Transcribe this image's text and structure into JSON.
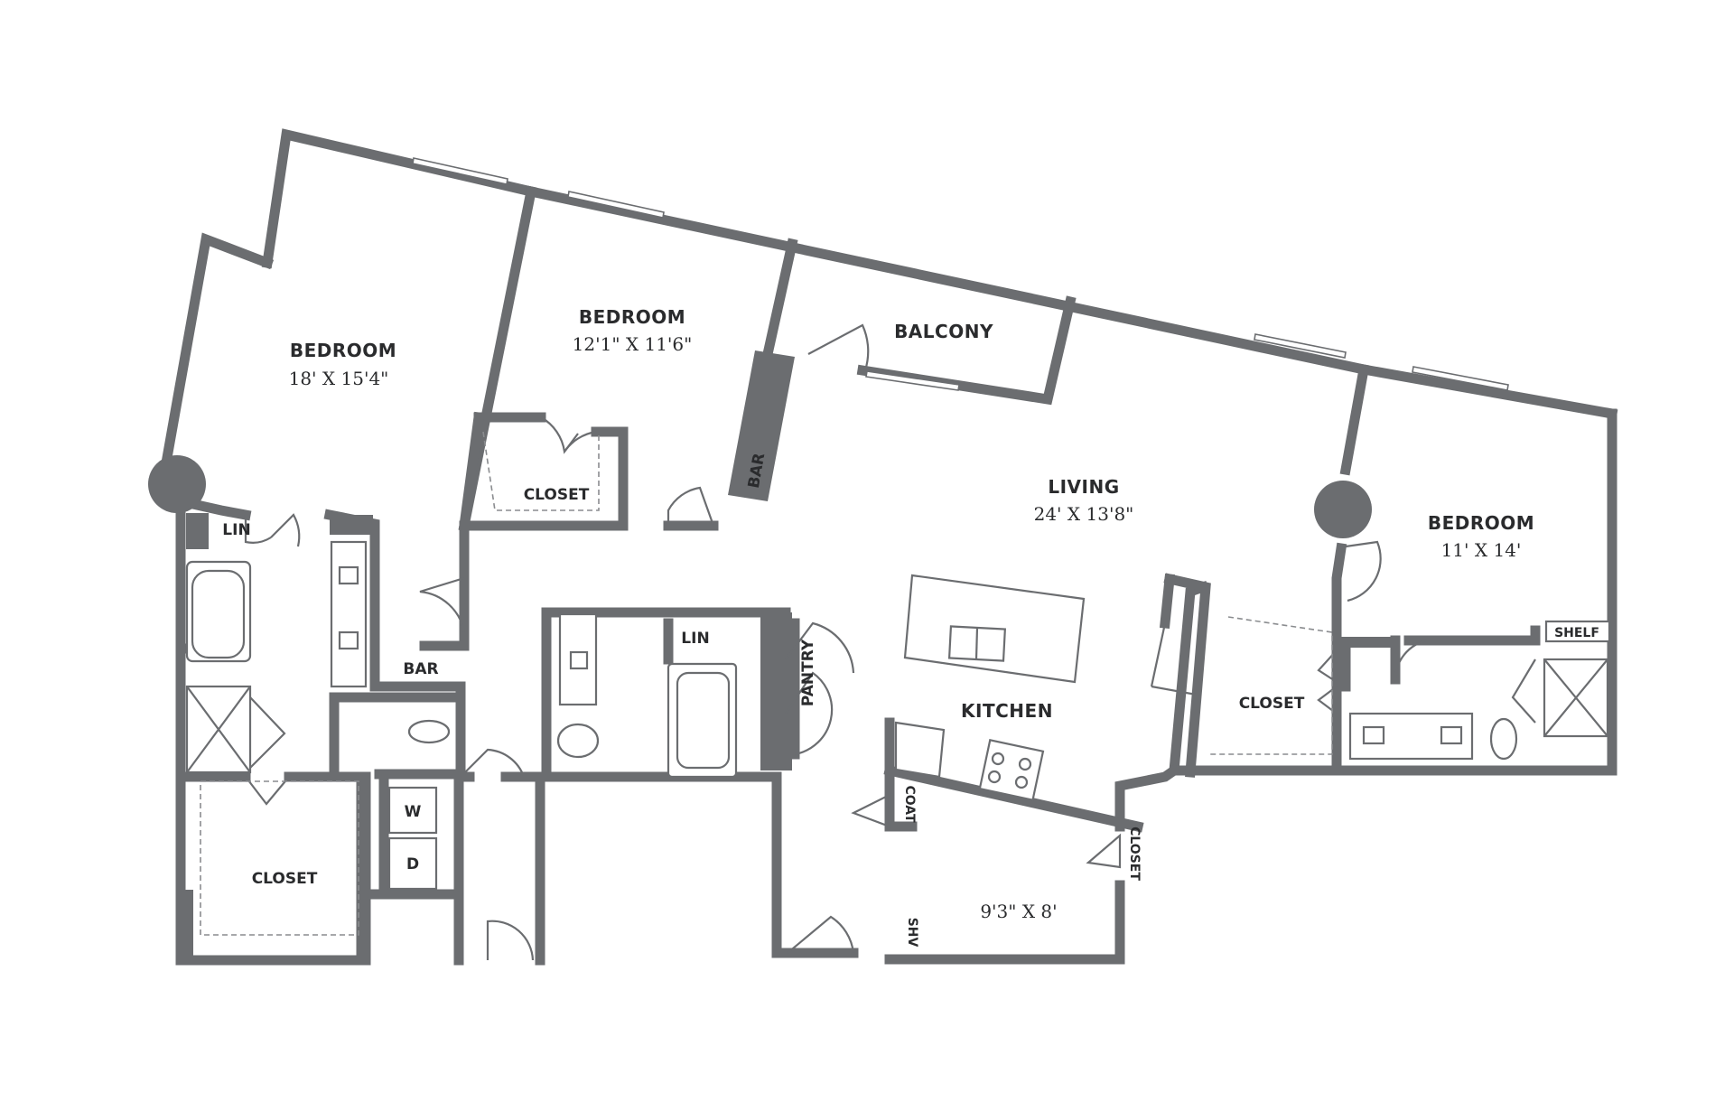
{
  "rooms": {
    "bedroom_1": {
      "label": "BEDROOM",
      "size": "18' X 15'4\""
    },
    "bedroom_2": {
      "label": "BEDROOM",
      "size": "12'1\" X 11'6\""
    },
    "balcony": {
      "label": "BALCONY"
    },
    "living": {
      "label": "LIVING",
      "size": "24' X 13'8\""
    },
    "bedroom_3": {
      "label": "BEDROOM",
      "size": "11' X 14'"
    },
    "kitchen": {
      "label": "KITCHEN"
    },
    "den": {
      "size": "9'3\" X 8'"
    }
  },
  "small_labels": {
    "closet_bed2": "CLOSET",
    "bar_vertical": "BAR",
    "lin_master": "LIN",
    "bar_master": "BAR",
    "closet_master": "CLOSET",
    "washer": "W",
    "dryer": "D",
    "lin_hall": "LIN",
    "pantry": "PANTRY",
    "coat": "COAT",
    "closet_den": "CLOSET",
    "shv": "SHV",
    "closet_bed3": "CLOSET",
    "shelf": "SHELF"
  }
}
